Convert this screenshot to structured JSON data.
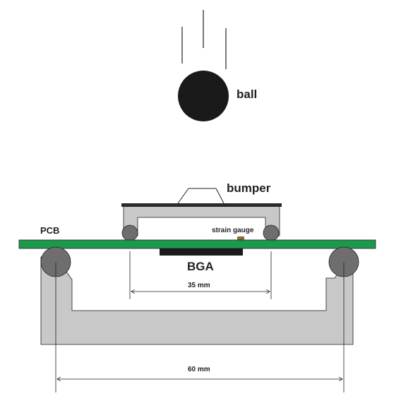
{
  "labels": {
    "ball": "ball",
    "bumper": "bumper",
    "pcb": "PCB",
    "strain_gauge": "strain gauge",
    "bga": "BGA",
    "dim_inner": "35 mm",
    "dim_outer": "60 mm"
  },
  "colors": {
    "pcb": "#1a9a4a",
    "fixture": "#c8c8c8",
    "support_ball": "#6e6e6e",
    "ball": "#1a1a1a",
    "bga": "#1a1a1a",
    "bumper_top": "#2a2a2a",
    "strain_gauge": "#8b6a3c",
    "line": "#231f20"
  }
}
